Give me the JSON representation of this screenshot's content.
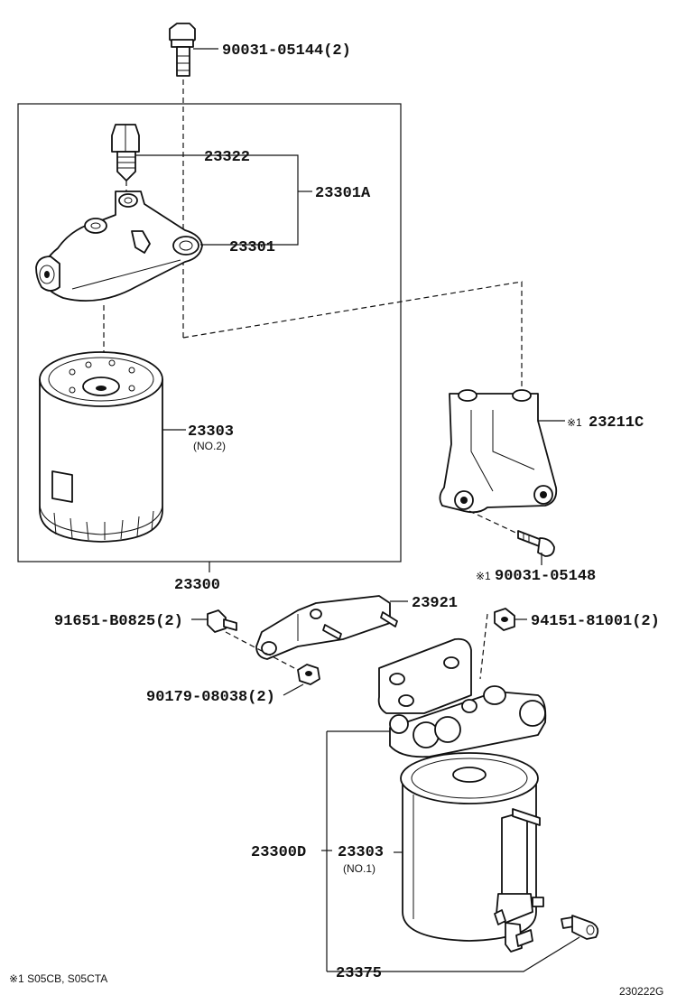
{
  "labels": {
    "bolt_top": "90031-05144(2)",
    "plug": "23322",
    "filter_assy_a": "23301A",
    "bracket_head": "23301",
    "filter_no2": "23303",
    "filter_no2_sub": "(NO.2)",
    "filter_set": "23300",
    "bracket_side": "23211C",
    "bracket_side_mark": "※1",
    "bolt_side": "90031-05148",
    "bolt_side_mark": "※1",
    "stay": "23921",
    "bolt_left": "91651-B0825(2)",
    "nut_right": "94151-81001(2)",
    "nut_mid": "90179-08038(2)",
    "filter_assy_d": "23300D",
    "filter_no1": "23303",
    "filter_no1_sub": "(NO.1)",
    "sensor": "23375"
  },
  "footnote": "※1  S05CB, S05CTA",
  "diagram_code": "230222G"
}
